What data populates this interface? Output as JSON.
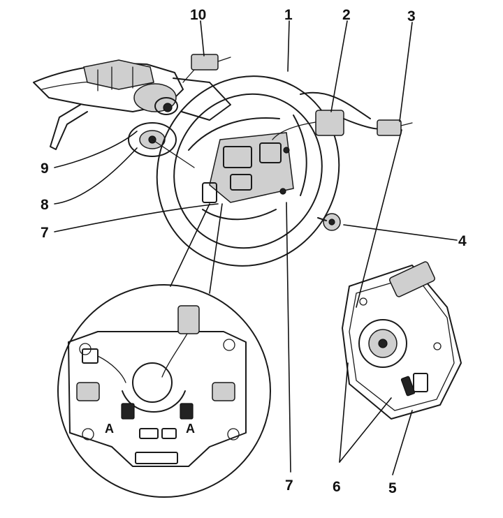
{
  "callouts": {
    "c1": "1",
    "c2": "2",
    "c3": "3",
    "c4": "4",
    "c5": "5",
    "c6": "6",
    "c7_top": "7",
    "c7_bottom": "7",
    "c8": "8",
    "c9": "9",
    "c10": "10"
  },
  "detail_marks": {
    "left": "A",
    "right": "A"
  }
}
